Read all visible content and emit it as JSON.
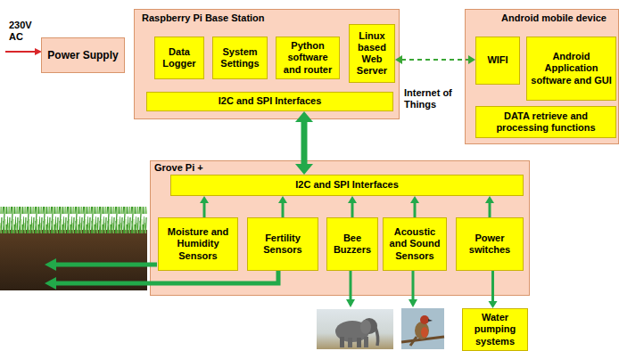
{
  "diagram": {
    "nodes": [
      {
        "text": [
          "Power Supply"
        ]
      },
      {
        "text": [
          "Raspberry Pi Base Station"
        ]
      },
      {
        "text": [
          "Data Logger"
        ],
        "in": 1
      },
      {
        "text": [
          "System Settings"
        ],
        "in": 1
      },
      {
        "text": [
          "Python software and router"
        ],
        "in": 1
      },
      {
        "text": [
          "Linux based Web Server"
        ],
        "in": 1
      },
      {
        "text": [
          "I2C and SPI Interfaces"
        ],
        "in": 1
      },
      {
        "text": [
          "Android mobile device"
        ]
      },
      {
        "text": [
          "WIFI"
        ],
        "in": 7
      },
      {
        "text": [
          "Android Application software and GUI"
        ],
        "in": 7
      },
      {
        "text": [
          "DATA retrieve and processing functions"
        ],
        "in": 7
      },
      {
        "text": [
          "Grove Pi +"
        ]
      },
      {
        "text": [
          "I2C and SPI Interfaces"
        ],
        "in": 11
      },
      {
        "text": [
          "Moisture and Humidity Sensors"
        ],
        "in": 11
      },
      {
        "text": [
          "Fertility Sensors"
        ],
        "in": 11
      },
      {
        "text": [
          "Bee Buzzers"
        ],
        "in": 11
      },
      {
        "text": [
          "Acoustic and Sound Sensors"
        ],
        "in": 11
      },
      {
        "text": [
          "Power switches"
        ],
        "in": 11
      },
      {
        "text": [
          "Water pumping systems"
        ]
      }
    ],
    "edges": [
      {
        "from": 5,
        "to": 8,
        "arrow": "both",
        "label": "Internet of Things"
      },
      {
        "from": 6,
        "to": 12,
        "arrow": "both"
      },
      {
        "from": 13,
        "to": 12,
        "arrow": "to"
      },
      {
        "from": 14,
        "to": 12,
        "arrow": "to"
      },
      {
        "from": 15,
        "to": 12,
        "arrow": "to"
      },
      {
        "from": 16,
        "to": 12,
        "arrow": "to"
      },
      {
        "from": 17,
        "to": 12,
        "arrow": "to"
      },
      {
        "from": 17,
        "to": 18,
        "arrow": "to"
      }
    ],
    "labels": [
      "230V AC"
    ]
  }
}
